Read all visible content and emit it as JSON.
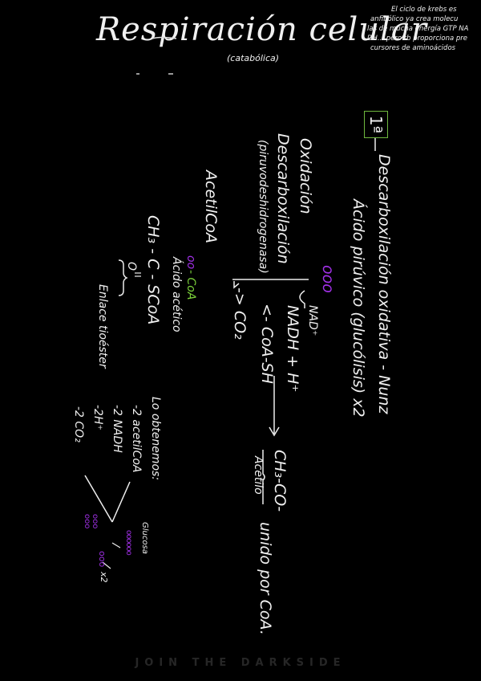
{
  "title": "Respiración celular",
  "subtitle": "(catabólica)",
  "note": {
    "line1": "El ciclo de krebs es",
    "line2": "anfibólico ya crea molecu",
    "line3": "las de mucha energía GTP NA",
    "line4": "DH... pero tb proporciona pre",
    "line5": "cursores de aminoácidos"
  },
  "step_number": "1ª",
  "main": {
    "heading": "Descarboxilación oxidativa - Nunz",
    "substrate": "Ácido pirúvico (glucólisis) x2",
    "symbol": "ooo"
  },
  "left_labels": {
    "oxidacion": "Oxidación",
    "descarbox": "Descarboxilación",
    "enzyme": "(piruvodeshidrogenasa)"
  },
  "reaction": {
    "nad": "NAD⁺",
    "nadh": "NADH + H⁺",
    "coash": "<- CoA-SH",
    "co2": "-> CO₂",
    "product": "CH₃-CO-",
    "acetilo": "Acetilo",
    "unido": "unido por CoA."
  },
  "acetil": {
    "title": "AcetilCoA",
    "sym_oo": "oo",
    "sym_coa": "- CoA",
    "acido": "Ácido acético",
    "formula": "CH₃ - C - SCoA",
    "o": "O",
    "enlace": "Enlace tioéster"
  },
  "obtain": {
    "heading": "Lo obtenemos:",
    "items": [
      "-2 acetilCoA",
      "-2 NADH",
      "-2H⁺",
      "-2 CO₂"
    ]
  },
  "diagram": {
    "glucosa": "Glucosa",
    "times": "x2",
    "glucose_dots": "oooooo",
    "pyruvate_dots": "ooo"
  },
  "footer": "JOIN THE DARKSIDE"
}
